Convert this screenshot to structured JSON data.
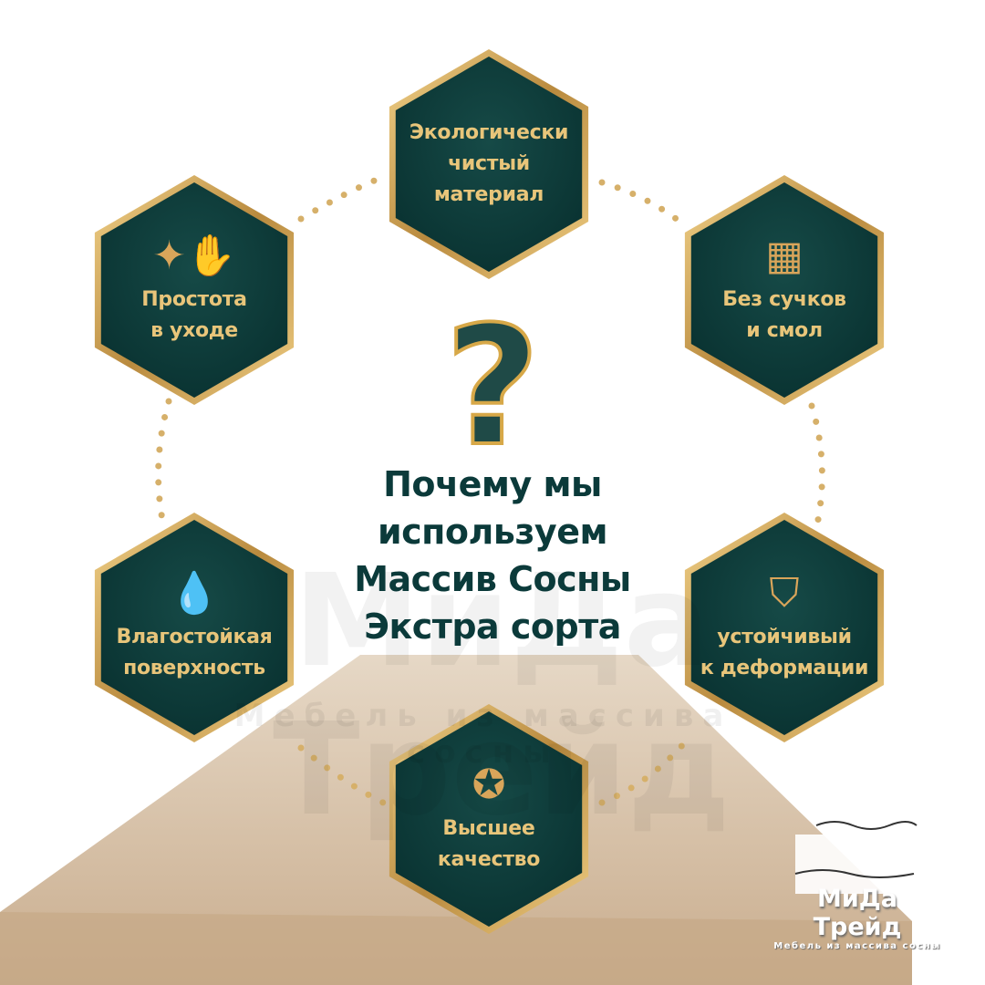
{
  "title": "Почему мы\nиспользуем\nМассив Сосны\nЭкстра сорта",
  "question_mark": "?",
  "features": [
    {
      "label": "Экологически\nчистый\nматериал",
      "icon": ""
    },
    {
      "label": "Простота\nв уходе",
      "icon": "hand-cleaning-icon"
    },
    {
      "label": "Без сучков\nи смол",
      "icon": "wood-beam-icon"
    },
    {
      "label": "Влагостойкая\nповерхность",
      "icon": "water-drop-icon"
    },
    {
      "label": "устойчивый\nк деформации",
      "icon": "shield-icon"
    },
    {
      "label": "Высшее\nкачество",
      "icon": "quality-badge-icon"
    }
  ],
  "watermark": {
    "name": "МиДа Трейд",
    "tagline": "Мебель из массива сосны"
  },
  "logo": {
    "name": "МиДа Трейд",
    "tagline": "Мебель из массива сосны"
  },
  "colors": {
    "hex_fill": "#0d3b3a",
    "gold": "#d9b064",
    "title": "#0b3a3a",
    "wood": "#d9c7b0"
  }
}
